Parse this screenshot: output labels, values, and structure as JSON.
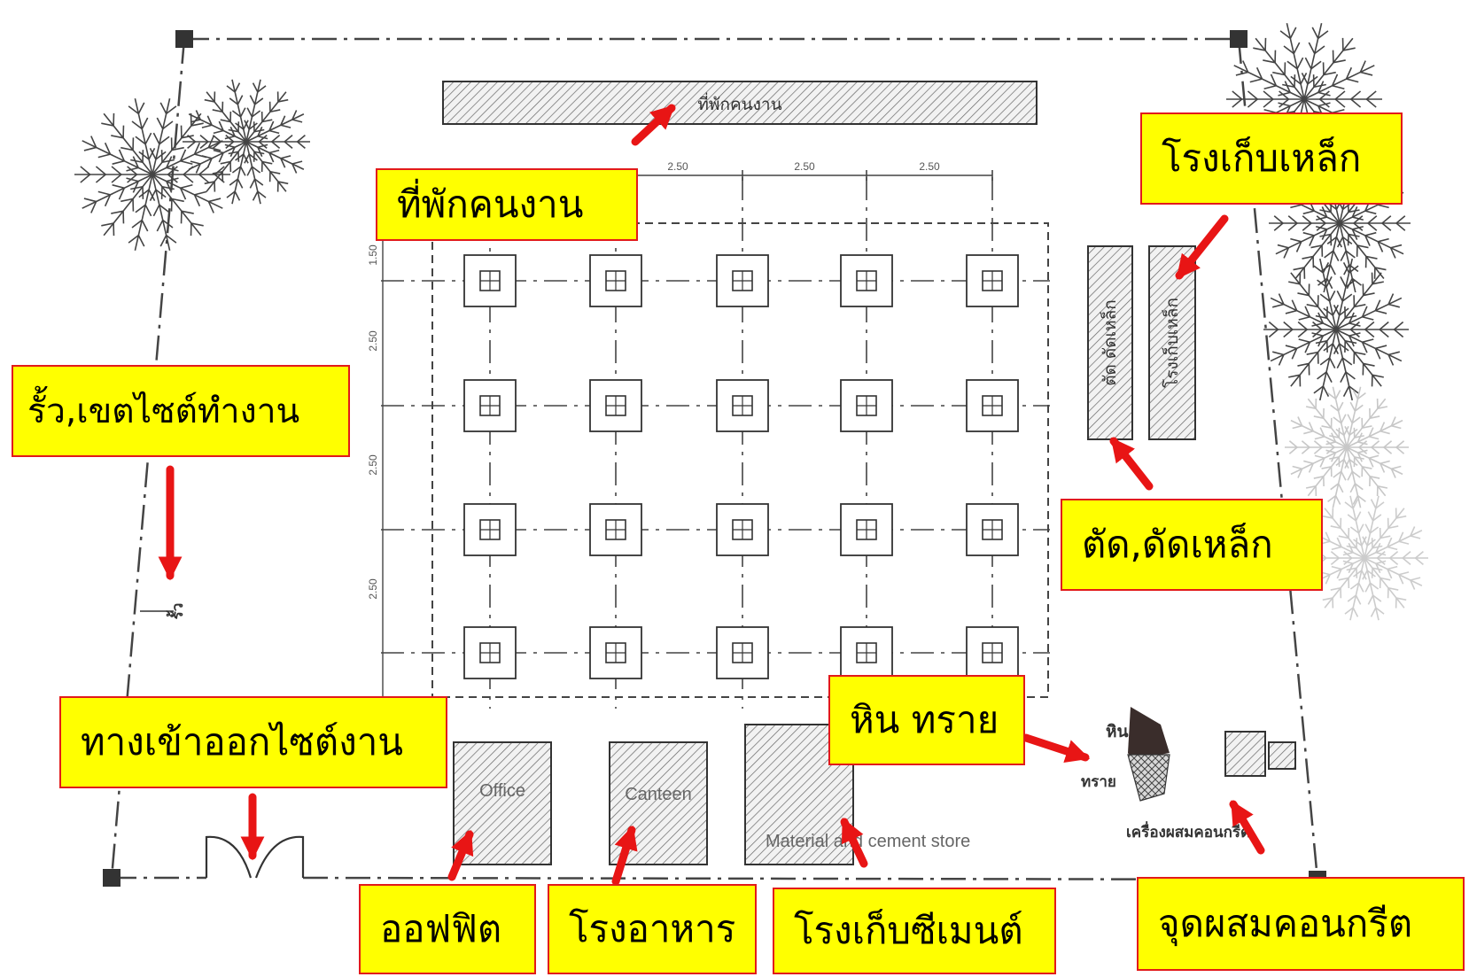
{
  "plan": {
    "dims": [
      "2.50",
      "2.50",
      "2.50"
    ],
    "side_dims": [
      "1.50",
      "2.50",
      "2.50",
      "2.50"
    ],
    "workers_bar_label": "ที่พักคนงาน",
    "cut_bend_bar_label": "ตัด ดัดเหล็ก",
    "steel_store_bar_label": "โรงเก็บเหล็ก",
    "office_label": "Office",
    "canteen_label": "Canteen",
    "store_label": "Material and cement store",
    "stone_label": "หิน",
    "sand_label": "ทราย",
    "mixer_label": "เครื่องผสมคอนกรีต",
    "fence_label": "รั้ว"
  },
  "callouts": {
    "workers_quarters": "ที่พักคนงาน",
    "steel_store": "โรงเก็บเหล็ก",
    "fence": "รั้ว,เขตไซต์ทำงาน",
    "cut_bend": "ตัด,ดัดเหล็ก",
    "stone_sand": "หิน ทราย",
    "entrance": "ทางเข้าออกไซต์งาน",
    "office": "ออฟฟิต",
    "canteen": "โรงอาหาร",
    "cement_store": "โรงเก็บซีเมนต์",
    "concrete_mixing": "จุดผสมคอนกรีต"
  },
  "colors": {
    "callout_bg": "#ffff00",
    "callout_border": "#e21a1a",
    "arrow": "#e81515"
  }
}
